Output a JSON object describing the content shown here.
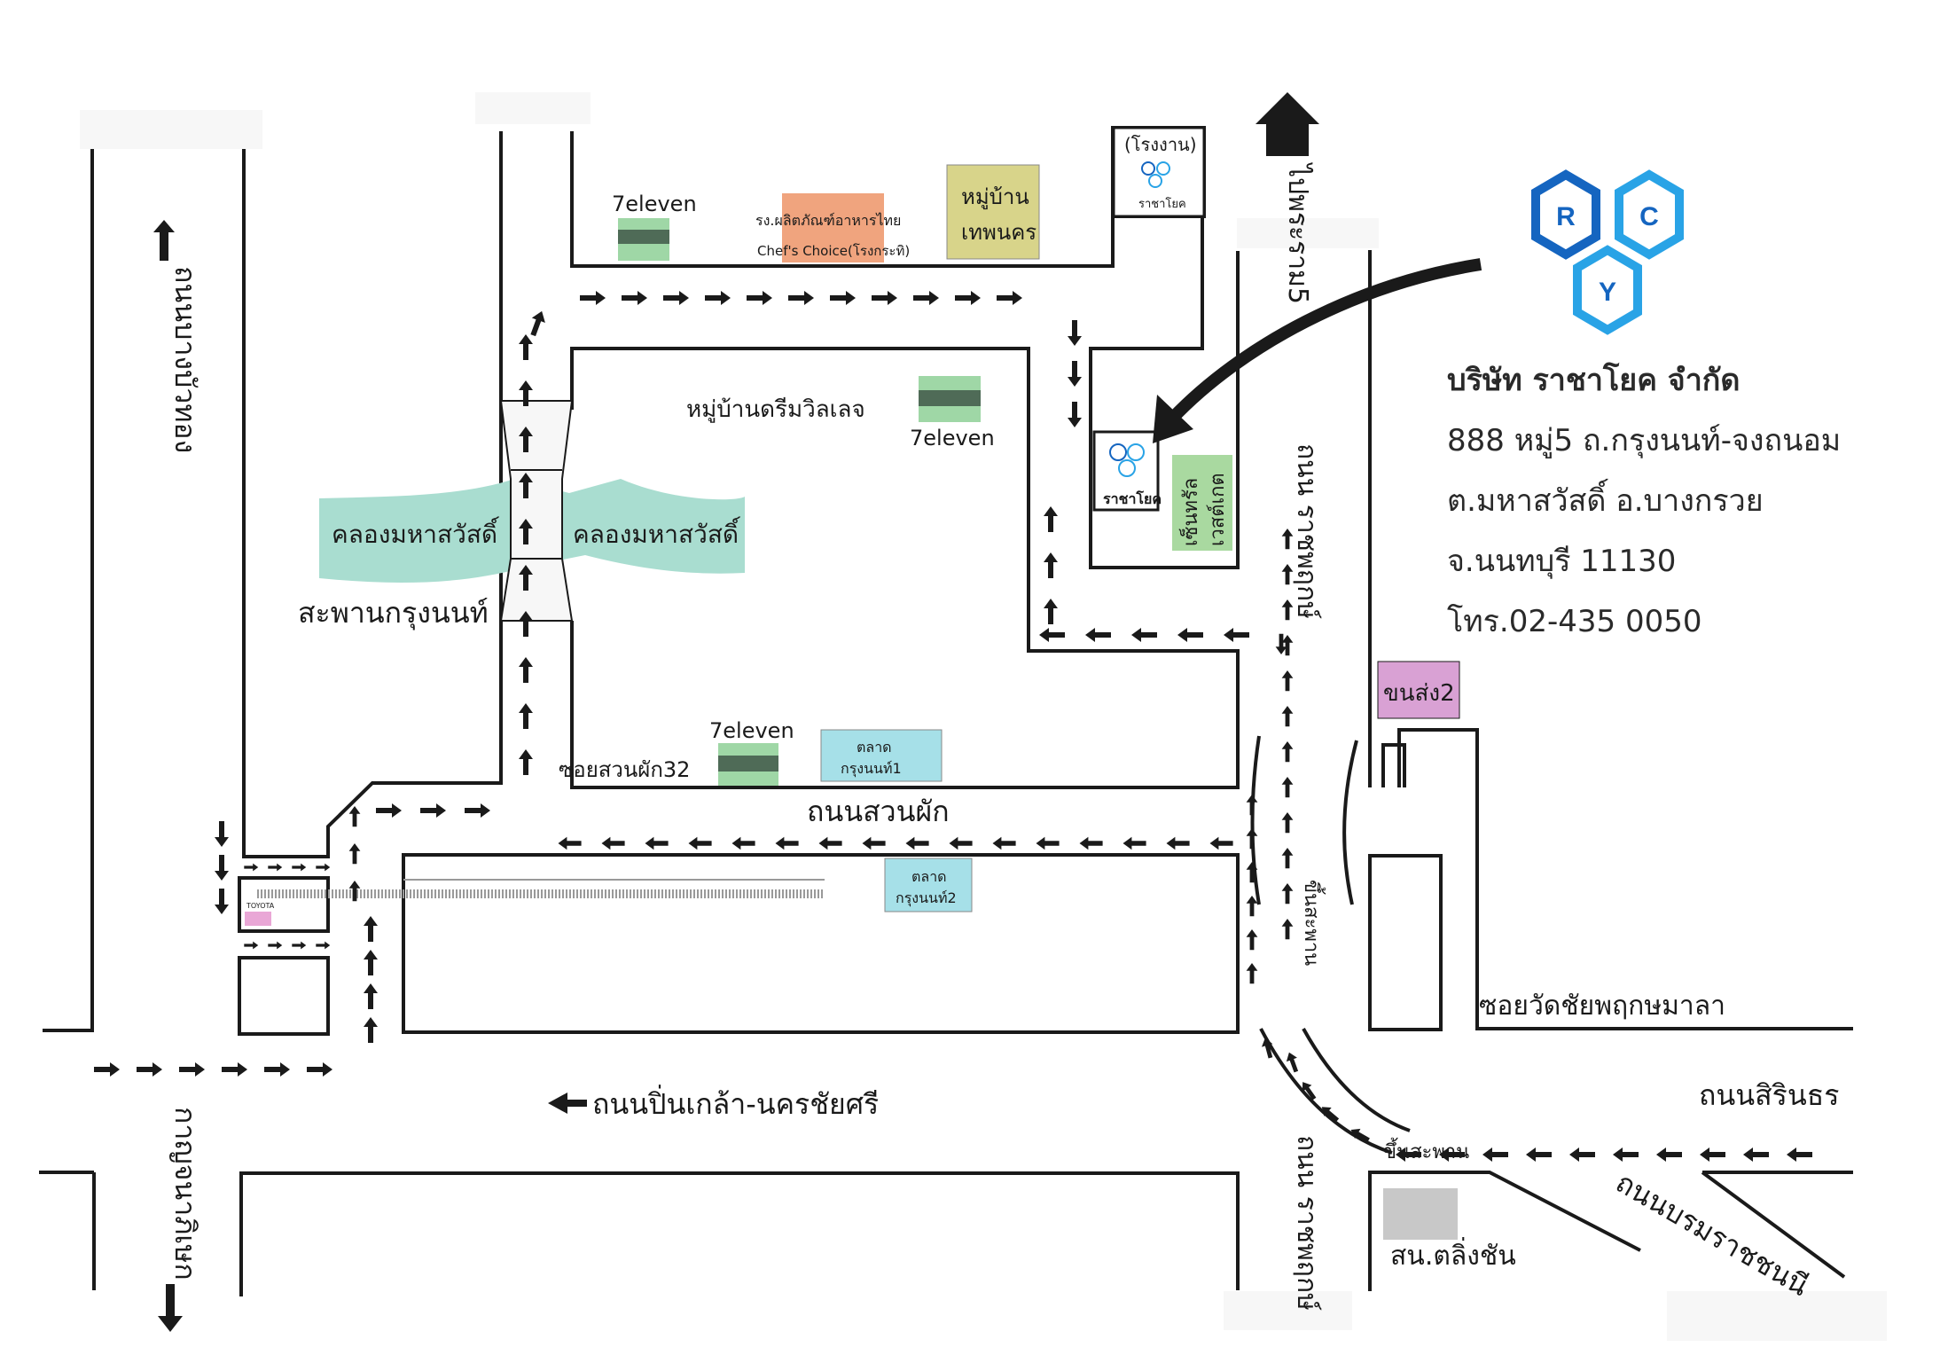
{
  "streets": {
    "bang_bua_thong": "ถนนบางบัวทอง",
    "kanchanaphisek": "กาญจนาภิเษก",
    "rama5": "ไปพระราม5",
    "ratchaphruek_n": "ถนน ราชพฤกษ์",
    "ratchaphruek_s": "ถนน ราชพฤกษ์",
    "suan_phak": "ถนนสวนผัก",
    "pinklao": "ถนนปิ่นเกล้า-นครชัยศรี",
    "sirindhorn": "ถนนสิรินธร",
    "borommaratchachonnani": "ถนนบรมราชชนนี",
    "soi_wat": "ซอยวัดชัยพฤกษมาลา",
    "soi_suanphak32": "ซอยสวนผัก32"
  },
  "places": {
    "canal_left": "คลองมหาสวัสดิ์",
    "canal_right": "คลองมหาสวัสดิ์",
    "bridge": "สะพานกรุงนนท์",
    "seven1": "7eleven",
    "seven2": "7eleven",
    "seven3": "7eleven",
    "food_factory_line1": "รง.ผลิตภัณฑ์อาหารไทย",
    "food_factory_line2": "Chef's Choice(โรงกระทิ)",
    "village_thepnakorn_1": "หมู่บ้าน",
    "village_thepnakorn_2": "เทพนคร",
    "village_dream": "หมู่บ้านดรีมวิลเลจ",
    "factory_label": "(โรงงาน)",
    "factory_logo_text": "ราชาโยค",
    "office_logo_text": "ราชาโยค",
    "central_line1": "เซ็นทรัล",
    "central_line2": "เวสต์เกต",
    "market1_line1": "ตลาด",
    "market1_line2": "กรุงนนท์1",
    "market2_line1": "ตลาด",
    "market2_line2": "กรุงนนท์2",
    "toyota": "TOYOTA",
    "bus_terminal": "ขนส่ง2",
    "police": "สน.ตลิ่งชัน",
    "overpass1": "ขึ้นสะพาน",
    "overpass2": "ขึ้นสะพาน"
  },
  "company": {
    "logo_letters": [
      "R",
      "C",
      "Y"
    ],
    "name": "บริษัท ราชาโยค จำกัด",
    "address1": "888 หมู่5 ถ.กรุงนนท์-จงถนอม",
    "address2": "ต.มหาสวัสดิ์ อ.บางกรวย",
    "address3": "จ.นนทบุรี 11130",
    "phone": "โทร.02-435 0050"
  },
  "colors": {
    "road": "#1a1a1a",
    "canal": "#a9ddd0",
    "seven_green": "#9fd7a6",
    "seven_dark": "#4f6b57",
    "food_factory": "#f0a47e",
    "village": "#d8d48a",
    "central": "#a9d9a0",
    "market": "#a6e0e8",
    "bus_terminal": "#d9a1d4",
    "police": "#c8c8c8",
    "toyota": "#e9a7d6",
    "logo_dark": "#1565c0",
    "logo_light": "#29a3e6"
  }
}
